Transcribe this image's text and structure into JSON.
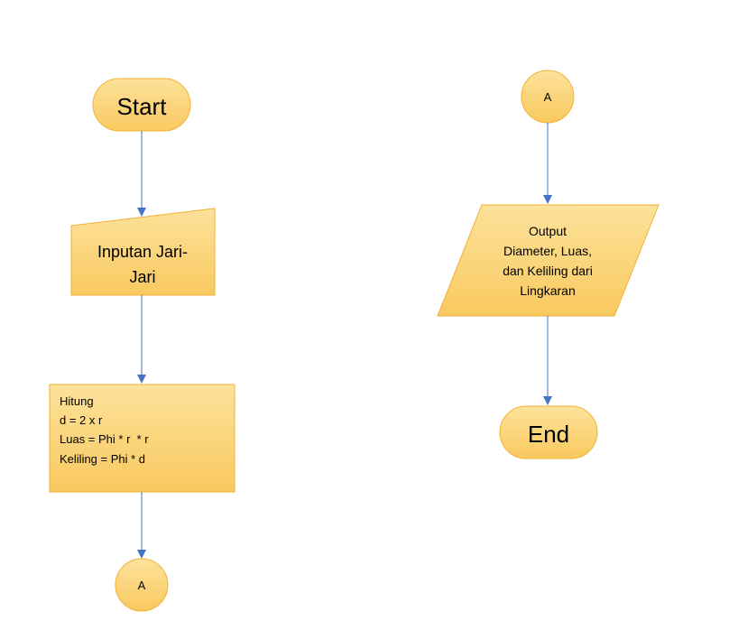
{
  "diagram": {
    "start": {
      "label": "Start"
    },
    "input": {
      "line1": "Inputan Jari-",
      "line2": "Jari"
    },
    "process": {
      "lines": [
        "Hitung",
        "d = 2 x r",
        "Luas = Phi * r  * r",
        "Keliling = Phi * d"
      ]
    },
    "connector_left": {
      "label": "A"
    },
    "connector_right": {
      "label": "A"
    },
    "output": {
      "lines": [
        "Output",
        "Diameter, Luas,",
        "dan Keliling dari",
        "Lingkaran"
      ]
    },
    "end": {
      "label": "End"
    }
  },
  "colors": {
    "fill_top": "#fde29b",
    "fill_bottom": "#f9c95f",
    "stroke": "#f2b233",
    "connector": "#4472c4"
  }
}
